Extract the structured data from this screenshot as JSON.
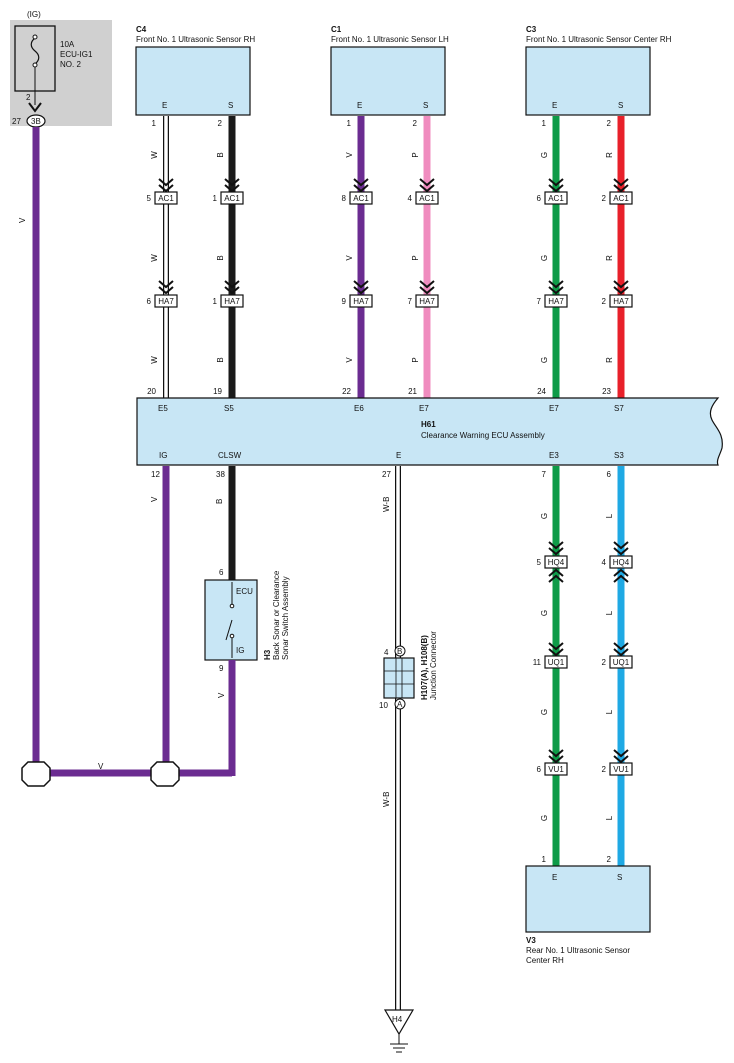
{
  "colors": {
    "box_fill": "#c8e6f5",
    "fuse_bg": "#d0d0d0",
    "V": "#6b2c91",
    "B": "#1a1a1a",
    "P": "#f08cbf",
    "G": "#0e9b48",
    "R": "#e8202a",
    "L": "#1fa9e4",
    "W": "#ffffff"
  },
  "fuse": {
    "ig_label": "(IG)",
    "rating": "10A",
    "name": "ECU-IG1",
    "no": "NO. 2",
    "pin_top": "2",
    "pin_left": "27",
    "terminal": "3B"
  },
  "sensors": {
    "c4": {
      "code": "C4",
      "name": "Front No.  1 Ultrasonic Sensor RH",
      "pin_e": "E",
      "pin_s": "S"
    },
    "c1": {
      "code": "C1",
      "name": "Front No.  1 Ultrasonic Sensor LH",
      "pin_e": "E",
      "pin_s": "S"
    },
    "c3": {
      "code": "C3",
      "name": "Front No.  1 Ultrasonic Sensor Center RH",
      "pin_e": "E",
      "pin_s": "S"
    },
    "v3": {
      "code": "V3",
      "name_line1": "Rear No.  1 Ultrasonic Sensor",
      "name_line2": "Center RH",
      "pin_e": "E",
      "pin_s": "S"
    }
  },
  "ecu": {
    "code": "H61",
    "name": "Clearance Warning ECU Assembly",
    "top_pins": [
      "E5",
      "S5",
      "E6",
      "E7",
      "E7",
      "S7"
    ],
    "bottom_pins": [
      "IG",
      "CLSW",
      "E",
      "E3",
      "S3"
    ]
  },
  "switch": {
    "code": "H3",
    "name_line1": "Back Sonar or Clearance",
    "name_line2": "Sonar Switch Assembly",
    "label_ecu": "ECU",
    "label_ig": "IG",
    "pin_top": "6",
    "pin_bottom": "9"
  },
  "junction": {
    "code": "H107(A), H108(B)",
    "name": "Junction Connector",
    "pin_b": "B",
    "pin_a": "A",
    "num_b": "4",
    "num_a": "10"
  },
  "ground": {
    "code": "H4"
  },
  "wires": [
    {
      "id": "w-c4e",
      "color": "W",
      "pins": [
        "1",
        "5",
        "6",
        "20"
      ],
      "labels": [
        "W",
        "W",
        "W"
      ]
    },
    {
      "id": "w-c4s",
      "color": "B",
      "pins": [
        "2",
        "1",
        "1",
        "19"
      ],
      "labels": [
        "B",
        "B",
        "B"
      ]
    },
    {
      "id": "w-c1e",
      "color": "V",
      "pins": [
        "1",
        "8",
        "9",
        "22"
      ],
      "labels": [
        "V",
        "V",
        "V"
      ]
    },
    {
      "id": "w-c1s",
      "color": "P",
      "pins": [
        "2",
        "4",
        "7",
        "21"
      ],
      "labels": [
        "P",
        "P",
        "P"
      ]
    },
    {
      "id": "w-c3e",
      "color": "G",
      "pins": [
        "1",
        "6",
        "7",
        "24"
      ],
      "labels": [
        "G",
        "G",
        "G"
      ]
    },
    {
      "id": "w-c3s",
      "color": "R",
      "pins": [
        "2",
        "2",
        "2",
        "23"
      ],
      "labels": [
        "R",
        "R",
        "R"
      ]
    }
  ],
  "connectors": {
    "row1": "AC1",
    "row2": "HA7",
    "hq4": "HQ4",
    "uq1": "UQ1",
    "vu1": "VU1"
  },
  "bottom_wires": {
    "ig_pin": "12",
    "ig_label": "V",
    "clsw_pin": "38",
    "clsw_label": "B",
    "e_pin": "27",
    "e_label_top": "W-B",
    "e_label_bottom": "W-B",
    "e3_pin": "7",
    "e3_label": "G",
    "s3_pin": "6",
    "s3_label": "L",
    "hq4_e3": "5",
    "hq4_s3": "4",
    "uq1_e3": "11",
    "uq1_s3": "2",
    "vu1_e3": "6",
    "vu1_s3": "2",
    "v3_e3": "1",
    "v3_s3": "2",
    "sw_label": "V",
    "bus_label": "V",
    "fuse_wire_label": "V"
  }
}
